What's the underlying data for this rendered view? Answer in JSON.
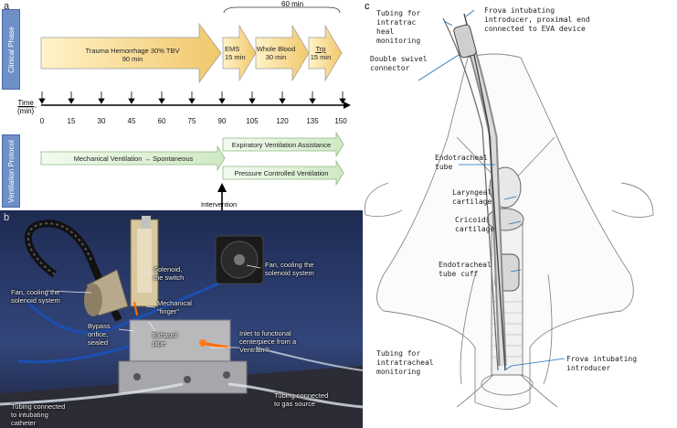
{
  "panel_a": {
    "letter": "a",
    "clinical_phase_label": "Clinical Phase",
    "ventilation_protocol_label": "Ventilation Protocol",
    "bracket_label": "60 min",
    "phases": [
      {
        "line1": "Trauma Hemorrhage 30% TBV",
        "line2": "90 min"
      },
      {
        "line1": "EMS",
        "line2": "15 min"
      },
      {
        "line1": "Whole Blood",
        "line2": "30 min"
      },
      {
        "line1": "Trp",
        "line2": "15 min"
      }
    ],
    "time_label_1": "Time",
    "time_label_2": "(min)",
    "ticks": [
      "0",
      "15",
      "30",
      "45",
      "60",
      "75",
      "90",
      "105",
      "120",
      "135",
      "150"
    ],
    "protocols": [
      "Mechanical Ventilation → Spontaneous",
      "Expiratory Ventilation Assistance",
      "Pressure Controlled Ventilation"
    ],
    "intervention_label": "Intervention"
  },
  "panel_b": {
    "letter": "b",
    "labels": {
      "fan_left": [
        "Fan, cooling the",
        "solenoid system"
      ],
      "solenoid": [
        "Solenoid,",
        "the switch"
      ],
      "fan_right": [
        "Fan, cooling the",
        "solenoid system"
      ],
      "finger": [
        "Mechanical",
        "\"finger\""
      ],
      "bypass": [
        "Bypass",
        "orifice,",
        "sealed"
      ],
      "exhaust": [
        "Exhaust",
        "pipe"
      ],
      "inlet": [
        "Inlet to functional",
        "centerpiece from a",
        "Ventrain®"
      ],
      "tubing_intubating": [
        "Tubing connected",
        "to intubating",
        "catheter"
      ],
      "tubing_gas": [
        "Tubing connected",
        "to gas source"
      ]
    }
  },
  "panel_c": {
    "letter": "c",
    "labels": {
      "tubing_top": [
        "Tubing for",
        "intratrac",
        "heal",
        "monitoring"
      ],
      "frova_top": [
        "Frova intubating",
        "introducer, proximal end",
        "connected to EVA device"
      ],
      "swivel": [
        "Double swivel",
        "connector"
      ],
      "endotracheal_tube": [
        "Endotracheal",
        "tube"
      ],
      "laryngeal": [
        "Laryngeal",
        "cartilage"
      ],
      "cricoid": [
        "Cricoid",
        "cartilage"
      ],
      "cuff": [
        "Endotracheal",
        "tube cuff"
      ],
      "tubing_bottom": [
        "Tubing for",
        "intratracheal",
        "monitoring"
      ],
      "frova_bottom": [
        "Frova intubating",
        "introducer"
      ]
    }
  }
}
